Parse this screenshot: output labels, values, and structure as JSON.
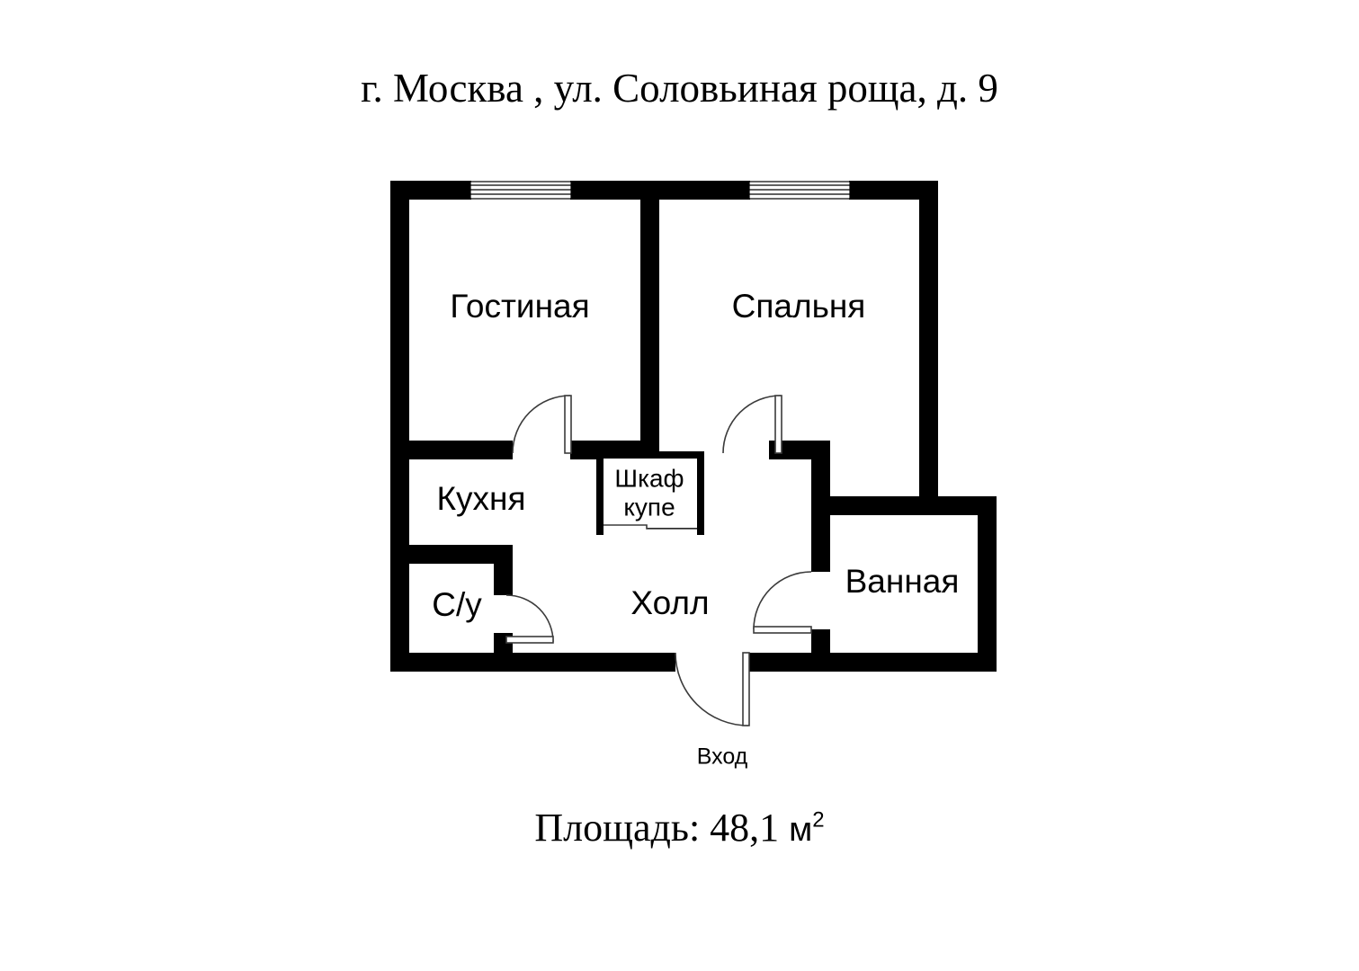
{
  "title": "г. Москва , ул. Соловьиная роща, д. 9",
  "area_caption": {
    "label": "Площадь:",
    "value": "48,1",
    "unit": "м",
    "exponent": "2",
    "full": "Площадь: 48,1 м2"
  },
  "rooms": [
    {
      "id": "living-room",
      "label": "Гостиная"
    },
    {
      "id": "bedroom",
      "label": "Спальня"
    },
    {
      "id": "kitchen",
      "label": "Кухня"
    },
    {
      "id": "closet",
      "label_line1": "Шкаф",
      "label_line2": "купе"
    },
    {
      "id": "toilet",
      "label": "С/у"
    },
    {
      "id": "hall",
      "label": "Холл"
    },
    {
      "id": "bathroom",
      "label": "Ванная"
    }
  ],
  "entrance": {
    "label": "Вход"
  },
  "colors": {
    "wall": "#000000",
    "background": "#ffffff",
    "door_stroke": "#3b3b3b",
    "text": "#000000"
  }
}
